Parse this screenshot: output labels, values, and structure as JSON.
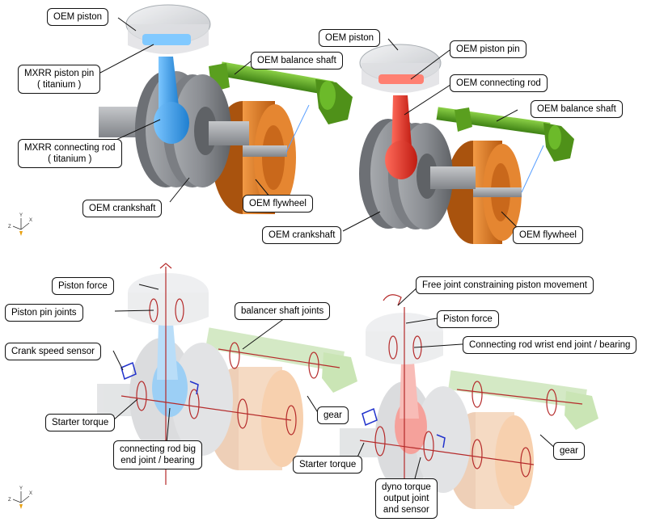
{
  "top_left": {
    "oem_piston": "OEM piston",
    "mxrr_piston_pin": [
      "MXRR  piston pin",
      "( titanium )"
    ],
    "mxrr_connecting_rod": [
      "MXRR  connecting rod",
      "( titanium )"
    ],
    "oem_crankshaft": "OEM  crankshaft",
    "oem_balance_shaft": "OEM  balance shaft",
    "oem_flywheel": "OEM  flywheel"
  },
  "top_right": {
    "oem_piston": "OEM piston",
    "oem_piston_pin": "OEM  piston pin",
    "oem_connecting_rod": "OEM  connecting rod",
    "oem_balance_shaft": "OEM  balance shaft",
    "oem_crankshaft": "OEM  crankshaft",
    "oem_flywheel": "OEM  flywheel"
  },
  "bottom_left": {
    "piston_force": "Piston force",
    "piston_pin_joints": "Piston pin joints",
    "crank_speed_sensor": "Crank speed sensor",
    "balancer_shaft_joints": "balancer shaft joints",
    "gear": "gear",
    "starter_torque": "Starter torque",
    "connecting_rod_big_end": [
      "connecting rod big",
      "end joint / bearing"
    ]
  },
  "bottom_right": {
    "free_joint": "Free joint constraining piston movement",
    "piston_force": "Piston force",
    "wrist_end_joint": "Connecting rod wrist end joint / bearing",
    "gear": "gear",
    "starter_torque": "Starter torque",
    "dyno_torque": [
      "dyno torque",
      "output joint",
      "and sensor"
    ]
  },
  "axis_triad": {
    "x": "X",
    "y": "Y",
    "z": "Z"
  },
  "colors": {
    "piston": "#d4d7db",
    "titanium_rod": "#3ea0e8",
    "oem_rod": "#e8352a",
    "crankshaft": "#8e9196",
    "balance_shaft": "#5fa521",
    "flywheel": "#de7a22",
    "joint_marker": "#b52a2a",
    "sensor": "#2233cc"
  }
}
